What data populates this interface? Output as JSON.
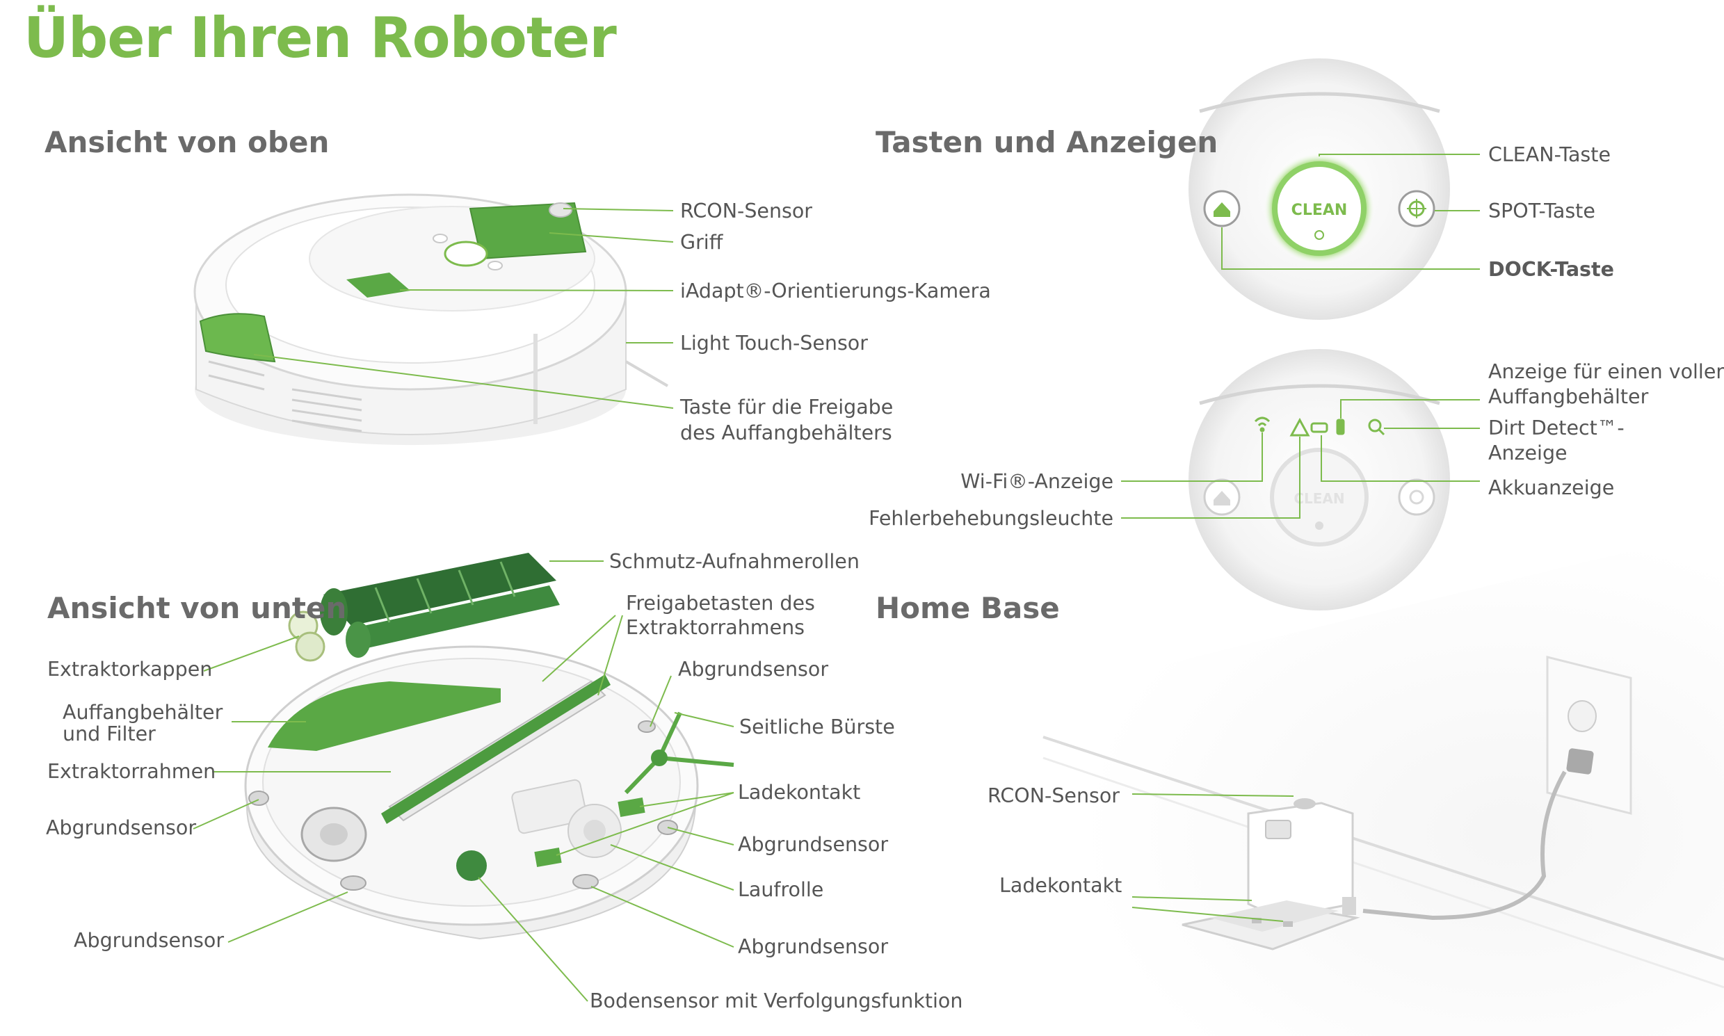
{
  "page_title": "Über Ihren Roboter",
  "sections": {
    "top_view": "Ansicht von oben",
    "buttons": "Tasten und Anzeigen",
    "bottom_view": "Ansicht von unten",
    "home_base": "Home Base"
  },
  "top_view_labels": {
    "rcon": "RCON-Sensor",
    "handle": "Griff",
    "camera": "iAdapt®-Orientierungs-Kamera",
    "light_touch": "Light Touch-Sensor",
    "bin_release_1": "Taste für die Freigabe",
    "bin_release_2": "des Auffangbehälters"
  },
  "buttons_labels": {
    "clean": "CLEAN-Taste",
    "spot": "SPOT-Taste",
    "dock": "DOCK-Taste",
    "clean_text": "CLEAN",
    "full_bin_1": "Anzeige für einen vollen",
    "full_bin_2": "Auffangbehälter",
    "dirt_1": "Dirt Detect™-",
    "dirt_2": "Anzeige",
    "battery": "Akkuanzeige",
    "wifi": "Wi-Fi®-Anzeige",
    "error": "Fehlerbehebungsleuchte"
  },
  "bottom_view_labels": {
    "rollers": "Schmutz-Aufnahmerollen",
    "release_1": "Freigabetasten des",
    "release_2": "Extraktorrahmens",
    "caps": "Extraktorkappen",
    "bin_1": "Auffangbehälter",
    "bin_2": "und Filter",
    "frame": "Extraktorrahmen",
    "cliff_left": "Abgrundsensor",
    "cliff_bottom_left": "Abgrundsensor",
    "cliff_top_right": "Abgrundsensor",
    "side_brush": "Seitliche Bürste",
    "contacts": "Ladekontakt",
    "cliff_right": "Abgrundsensor",
    "caster": "Laufrolle",
    "cliff_bottom_right": "Abgrundsensor",
    "floor_sensor": "Bodensensor mit Verfolgungsfunktion"
  },
  "home_base_labels": {
    "rcon": "RCON-Sensor",
    "contacts": "Ladekontakt"
  },
  "colors": {
    "accent_green": "#7dbb4d",
    "part_green": "#5aa845",
    "dark_green": "#2f6e33",
    "leader_line": "#7dbb4d",
    "label_text": "#555555"
  }
}
